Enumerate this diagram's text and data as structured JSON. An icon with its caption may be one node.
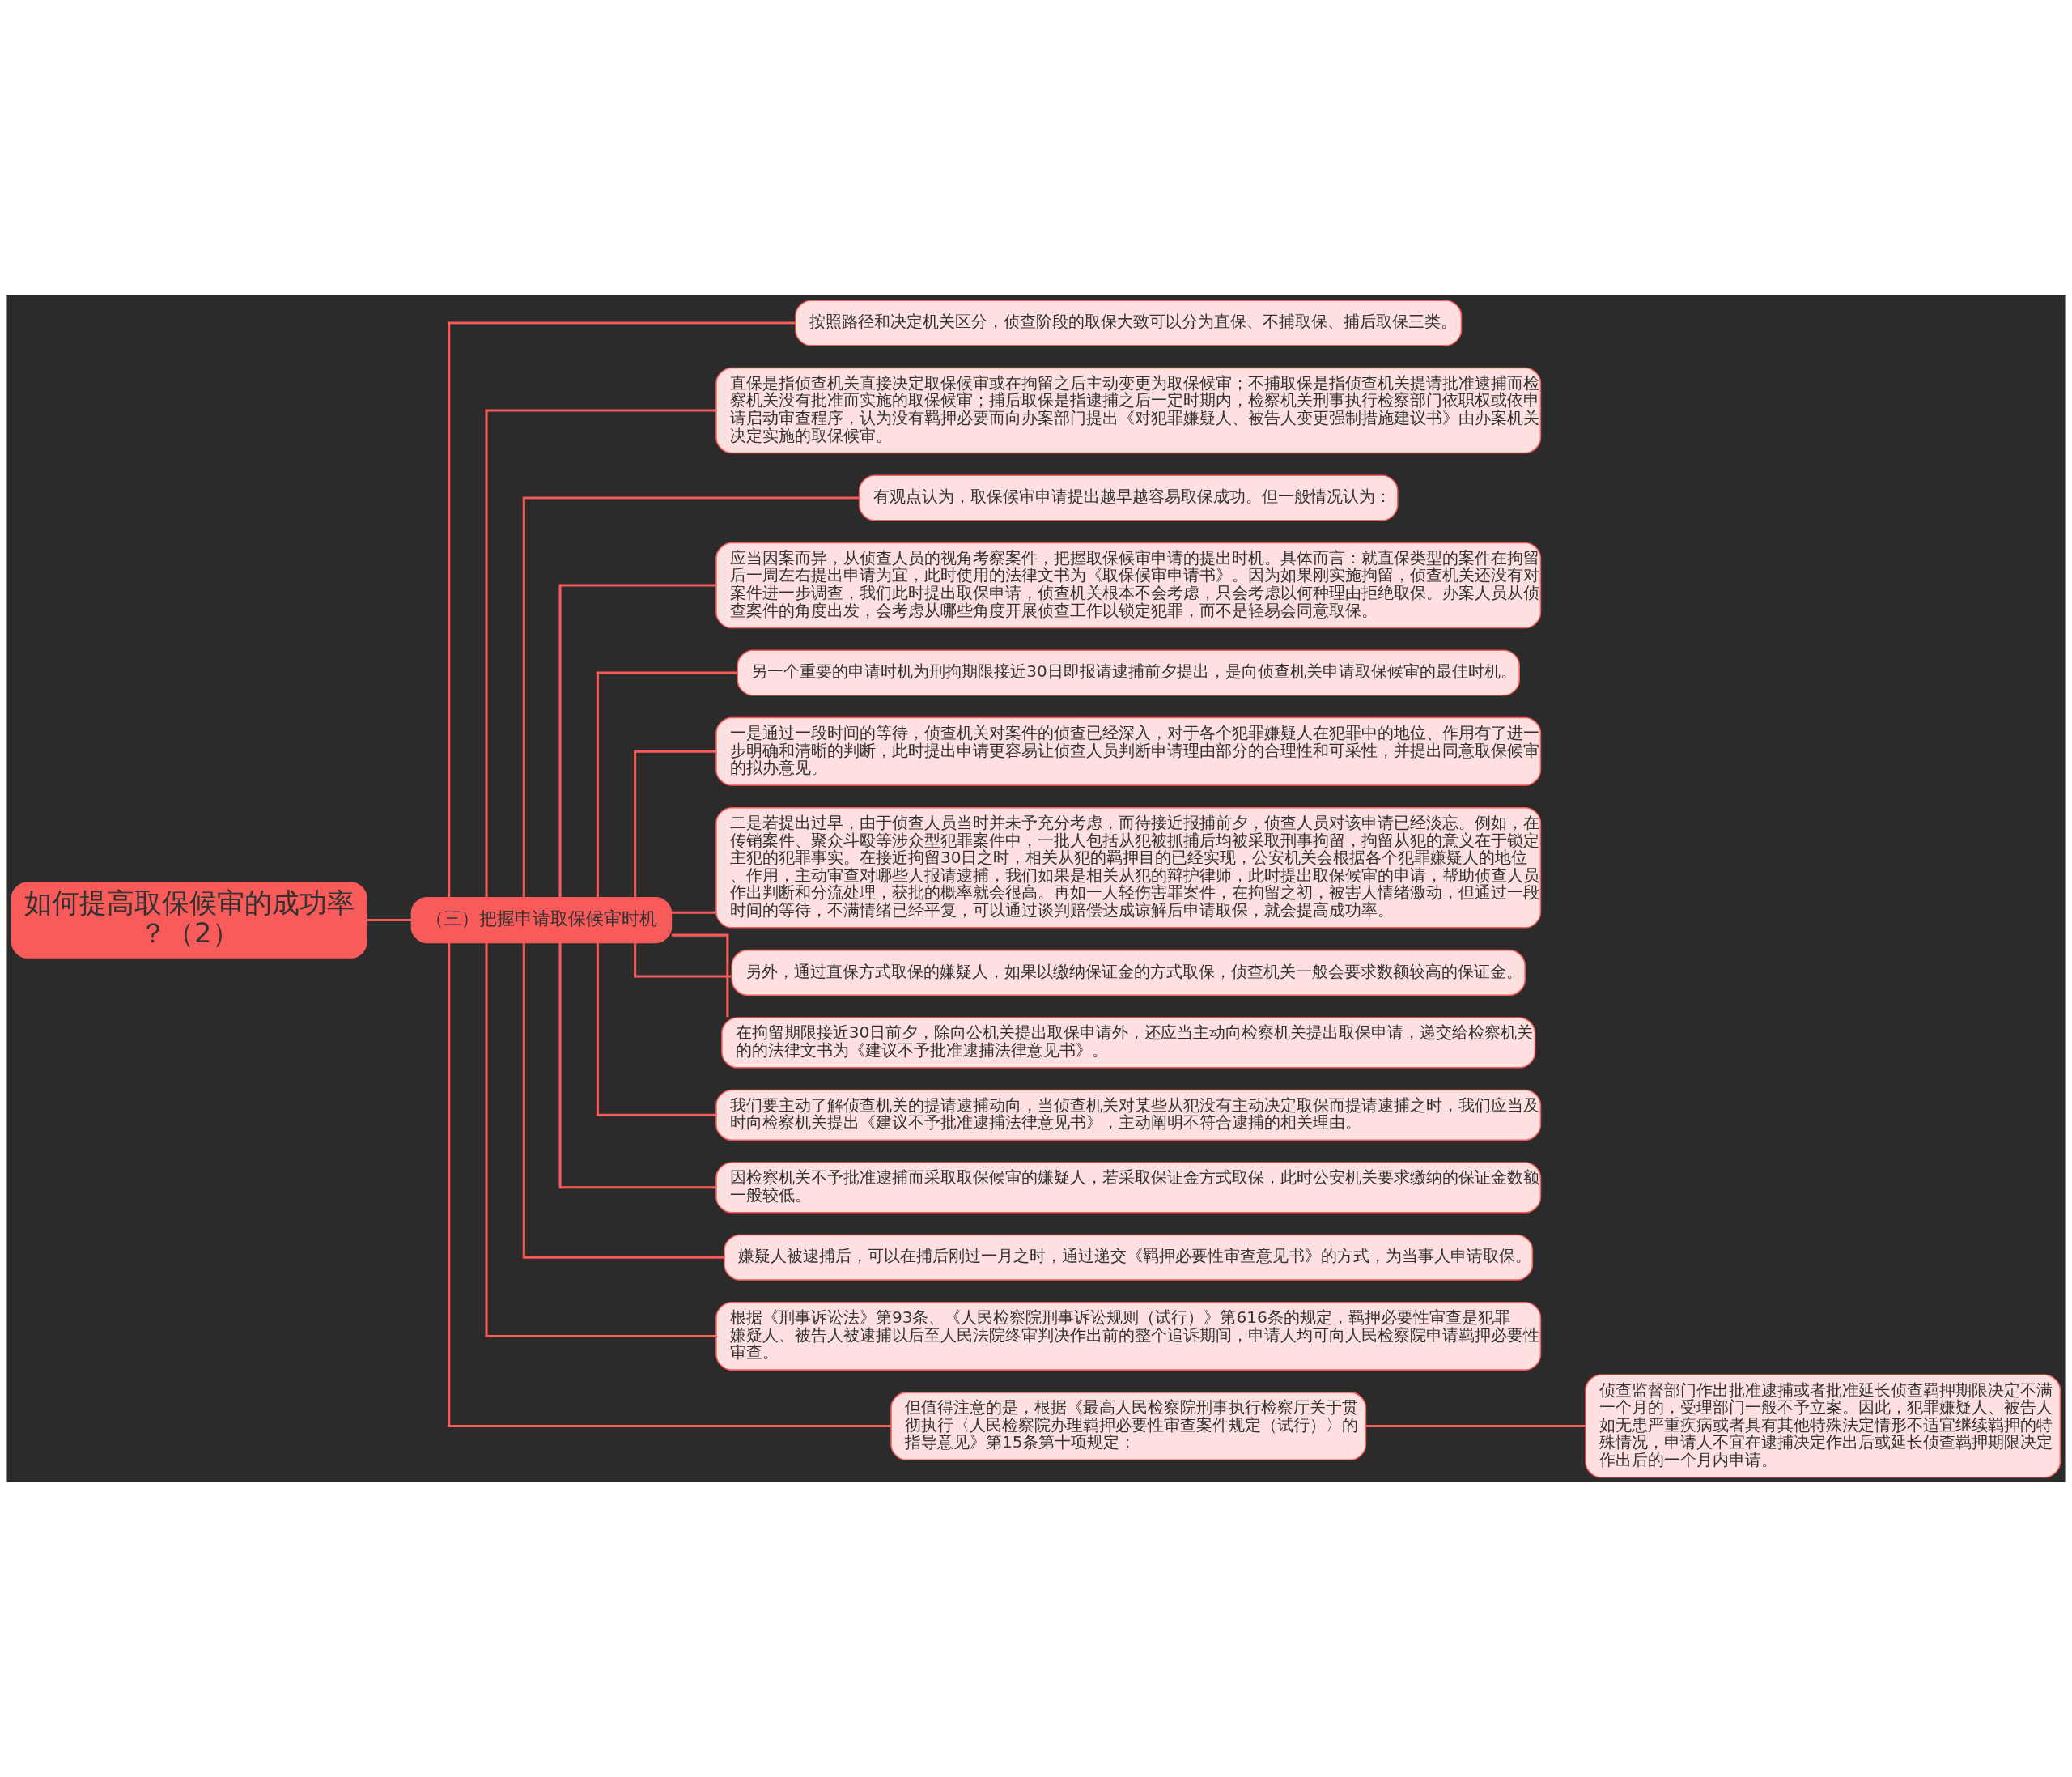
{
  "diagram": {
    "nodes": [
      {
        "text": [
          "如何提高取保候审的成功率？（2）"
        ]
      },
      {
        "text": [
          "（三）把握申请取保候审时机"
        ]
      },
      {
        "text": [
          "按照路径和决定机关区分，侦查阶段的取保大致可以分为直保、不捕取保、捕后取保三类。"
        ]
      },
      {
        "text": [
          "直保是指侦查机关直接决定取保候审或在拘留之后主动变更为取保候审；不捕取保是指侦查机关提请批准逮捕而检察机关没有批准而实施的取保候审；捕后取保是指逮捕之后一定时期内，检察机关刑事执行检察部门依职权或依申请启动审查程序，认为没有羁押必要而向办案部门提出《对犯罪嫌疑人、被告人变更强制措施建议书》由办案机关决定实施的取保候审。"
        ]
      },
      {
        "text": [
          "有观点认为，取保候审申请提出越早越容易取保成功。但一般情况认为："
        ]
      },
      {
        "text": [
          "应当因案而异，从侦查人员的视角考察案件，把握取保候审申请的提出时机。具体而言：就直保类型的案件在拘留后一周左右提出申请为宜，此时使用的法律文书为《取保候审申请书》。因为如果刚实施拘留，侦查机关还没有对案件进一步调查，我们此时提出取保申请，侦查机关根本不会考虑，只会考虑以何种理由拒绝取保。办案人员从侦查案件的角度出发，会考虑从哪些角度开展侦查工作以锁定犯罪，而不是轻易会同意取保。"
        ]
      },
      {
        "text": [
          "另一个重要的申请时机为刑拘期限接近30日即报请逮捕前夕提出，是向侦查机关申请取保候审的最佳时机。"
        ]
      },
      {
        "text": [
          "一是通过一段时间的等待，侦查机关对案件的侦查已经深入，对于各个犯罪嫌疑人在犯罪中的地位、作用有了进一步明确和清晰的判断，此时提出申请更容易让侦查人员判断申请理由部分的合理性和可采性，并提出同意取保候审的拟办意见。"
        ]
      },
      {
        "text": [
          "二是若提出过早，由于侦查人员当时并未予充分考虑，而待接近报捕前夕，侦查人员对该申请已经淡忘。例如，在传销案件、聚众斗殴等涉众型犯罪案件中，一批人包括从犯被抓捕后均被采取刑事拘留，拘留从犯的意义在于锁定主犯的犯罪事实。在接近拘留30日之时，相关从犯的羁押目的已经实现，公安机关会根据各个犯罪嫌疑人的地位、作用，主动审查对哪些人报请逮捕，我们如果是相关从犯的辩护律师，此时提出取保候审的申请，帮助侦查人员作出判断和分流处理，获批的概率就会很高。再如一人轻伤害罪案件，在拘留之初，被害人情绪激动，但通过一段时间的等待，不满情绪已经平复，可以通过谈判赔偿达成谅解后申请取保，就会提高成功率。"
        ]
      },
      {
        "text": [
          "另外，通过直保方式取保的嫌疑人，如果以缴纳保证金的方式取保，侦查机关一般会要求数额较高的保证金。"
        ]
      },
      {
        "text": [
          "在拘留期限接近30日前夕，除向公机关提出取保申请外，还应当主动向检察机关提出取保申请，递交给检察机关的的法律文书为《建议不予批准逮捕法律意见书》。"
        ]
      },
      {
        "text": [
          "我们要主动了解侦查机关的提请逮捕动向，当侦查机关对某些从犯没有主动决定取保而提请逮捕之时，我们应当及时向检察机关提出《建议不予批准逮捕法律意见书》，主动阐明不符合逮捕的相关理由。"
        ]
      },
      {
        "text": [
          "因检察机关不予批准逮捕而采取取保候审的嫌疑人，若采取保证金方式取保，此时公安机关要求缴纳的保证金数额一般较低。"
        ]
      },
      {
        "text": [
          "嫌疑人被逮捕后，可以在捕后刚过一月之时，通过递交《羁押必要性审查意见书》的方式，为当事人申请取保。"
        ]
      },
      {
        "text": [
          "根据《刑事诉讼法》第93条、《人民检察院刑事诉讼规则（试行）》第616条的规定，羁押必要性审查是犯罪嫌疑人、被告人被逮捕以后至人民法院终审判决作出前的整个追诉期间，申请人均可向人民检察院申请羁押必要性审查。"
        ]
      },
      {
        "text": [
          "但值得注意的是，根据《最高人民检察院刑事执行检察厅关于贯彻执行〈人民检察院办理羁押必要性审查案件规定（试行）〉的指导意见》第15条第十项规定："
        ]
      },
      {
        "text": [
          "侦查监督部门作出批准逮捕或者批准延长侦查羁押期限决定不满一个月的，受理部门一般不予立案。因此，犯罪嫌疑人、被告人如无患严重疾病或者具有其他特殊法定情形不适宜继续羁押的特殊情况，申请人不宜在逮捕决定作出后或延长侦查羁押期限决定作出后的一个月内申请。"
        ]
      }
    ],
    "edges": [
      {
        "from": 0,
        "to": 1,
        "arrow": "none"
      },
      {
        "from": 1,
        "to": 2,
        "arrow": "none"
      },
      {
        "from": 1,
        "to": 3,
        "arrow": "none"
      },
      {
        "from": 1,
        "to": 4,
        "arrow": "none"
      },
      {
        "from": 1,
        "to": 5,
        "arrow": "none"
      },
      {
        "from": 1,
        "to": 6,
        "arrow": "none"
      },
      {
        "from": 1,
        "to": 7,
        "arrow": "none"
      },
      {
        "from": 1,
        "to": 8,
        "arrow": "none"
      },
      {
        "from": 1,
        "to": 9,
        "arrow": "none"
      },
      {
        "from": 1,
        "to": 10,
        "arrow": "none"
      },
      {
        "from": 1,
        "to": 11,
        "arrow": "none"
      },
      {
        "from": 1,
        "to": 12,
        "arrow": "none"
      },
      {
        "from": 1,
        "to": 13,
        "arrow": "none"
      },
      {
        "from": 1,
        "to": 14,
        "arrow": "none"
      },
      {
        "from": 1,
        "to": 15,
        "arrow": "none"
      },
      {
        "from": 15,
        "to": 16,
        "arrow": "none"
      }
    ]
  }
}
